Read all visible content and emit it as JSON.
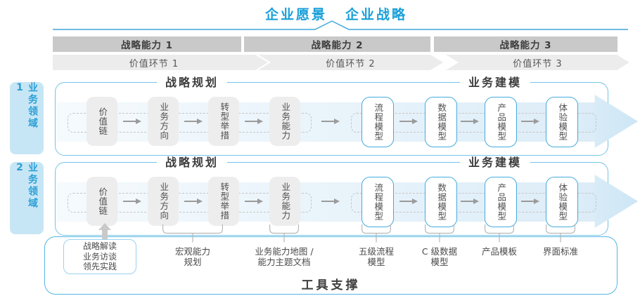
{
  "title": {
    "vision": "企业愿景",
    "strategy": "企业战略"
  },
  "strategic_capabilities": [
    "战略能力 1",
    "战略能力 2",
    "战略能力 3"
  ],
  "value_links": [
    "价值环节 1",
    "价值环节 2",
    "价值环节 3"
  ],
  "domains": [
    {
      "side_label": "业务领域 1",
      "planning_title": "战略规划",
      "modeling_title": "业务建模",
      "boxes": [
        "价值链",
        "业务方向",
        "转型举措",
        "业务能力",
        "流程模型",
        "数据模型",
        "产品模型",
        "体验模型"
      ]
    },
    {
      "side_label": "业务领域 2",
      "planning_title": "战略规划",
      "modeling_title": "业务建模",
      "boxes": [
        "价值链",
        "业务方向",
        "转型举措",
        "业务能力",
        "流程模型",
        "数据模型",
        "产品模型",
        "体验模型"
      ]
    }
  ],
  "footer": {
    "practice_box": [
      "战略解读",
      "业务访谈",
      "领先实践"
    ],
    "annotations": [
      {
        "line1": "宏观能力",
        "line2": "规划"
      },
      {
        "line1": "业务能力地图 /",
        "line2": "能力主题文档"
      },
      {
        "line1": "五级流程",
        "line2": "模型"
      },
      {
        "line1": "C 级数据",
        "line2": "模型"
      },
      {
        "line1": "产品模板",
        "line2": ""
      },
      {
        "line1": "界面标准",
        "line2": ""
      }
    ],
    "tool_support": "工具支撑"
  },
  "colors": {
    "accent_blue": "#189fd8",
    "container_border": "#74c4e8",
    "tool_border": "#54b5e2",
    "bar_gray": "#c9c9c9",
    "chevron_gray": "#ececec",
    "box_gray": "#ededed",
    "blue_box_border": "#45abdc",
    "big_arrow_fill": "#cde6f5",
    "side_label_bg": "#c7e6f5",
    "connector_gray": "#b8b8b8"
  }
}
